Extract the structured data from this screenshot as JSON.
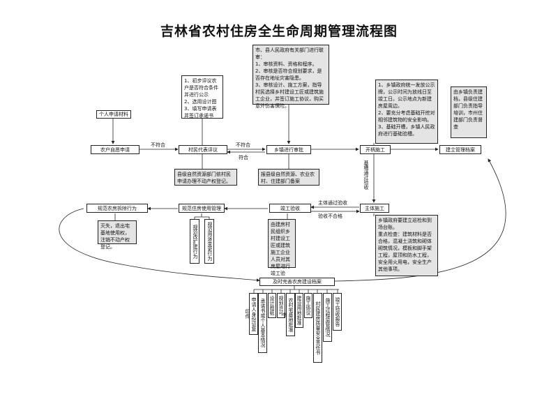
{
  "title": "吉林省农村住房全生命周期管理流程图",
  "nodes": {
    "individual_apply": "个人申请材料",
    "farmer_apply": "农户自愿申请",
    "village_review": "村民代表评议",
    "town_review": "乡镇进行审批",
    "start_work": "开柄施工",
    "archive": "建立管理档案",
    "construction": "主体施工",
    "acceptance": "竣工验收",
    "usage_manage": "规范住房使用管理",
    "demolish": "规范农房拆除行为",
    "archive_timely": "及时完善农房建设档案"
  },
  "notes": {
    "village_steps": [
      "1、初步评议农户是否符合条件并进行公示",
      "2、选用设计图",
      "3、填写申请表并签订承诺书"
    ],
    "county_steps": [
      "市、县人民政府有关部门进行联审：",
      "1、审核资料、资格和程序。",
      "2、审核是否符合规划要求，是否存在地址灾害隐患。",
      "3、审核设计、施工方案，指导村民选择乡村建设工匠或建筑施工企业，并签订施工协议，购买意外伤害保险。"
    ],
    "town_steps": [
      "1、乡镇政府统一发放公示牌，公示时间为放线日至竣工日。公示地点为新建房屋周边。",
      "2、要充分考虑基础开挖对相邻建筑物的安全影响。",
      "3、基础开槽，乡镇人民政府进行基础验槽。"
    ],
    "archive_note": "由乡镇负责建档，县级住建部门负责指导培训，市州住建部门负责督查",
    "natural_resources_deed": "县级自然资源部门依村民申请办理不动产权登记。",
    "report_filing": "报县级自然资源、农业农村、住建部门备案",
    "construction_notes": [
      "乡镇政府要建立巡检和到场台账。",
      "重点检查：建筑材料是否合格，混凝土浇筑和砌体砌筑情况，模板和脚手架工程，屋顶和防水工程，安全用火用电，安全生产其他事项。"
    ],
    "acceptance_note": "由建房村民组织乡村建设工匠或建筑施工企业人员对其房屋进行竣工验收。",
    "demolish_note": "灭失，退出宅基地使用权，注销不动产权登记。",
    "usage_items": [
      "规范改扩建行为",
      "规范用途变更行为"
    ]
  },
  "archive_items": [
    "申请人身份证复印件",
    "承诺书或个人基本情况",
    "设计图纸",
    "规划许可",
    "农村宅基地批准书",
    "建设用地批准",
    "施工协议",
    "村民建房质量安全责任书",
    "施工过程监管情况",
    "竣工验收报告"
  ],
  "edge_labels": {
    "not_eligible_1": "不符合",
    "not_eligible_2": "不符合",
    "eligible": "符合",
    "foundation_inspection": "基槽通过验收",
    "main_pass": "主体通过验收",
    "accept_fail": "验收不合格"
  }
}
